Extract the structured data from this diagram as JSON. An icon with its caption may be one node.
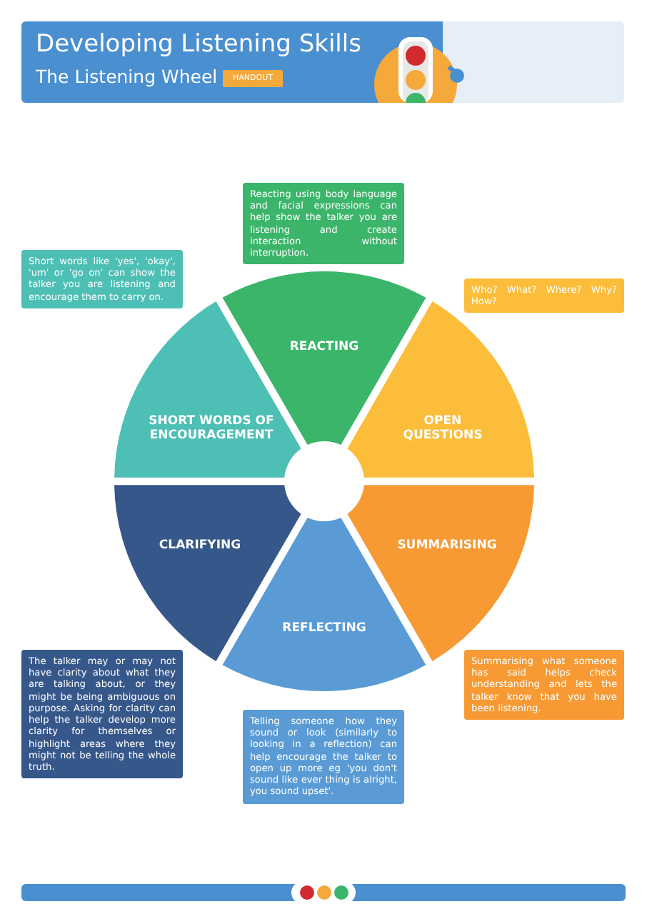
{
  "diagram": {
    "title": "Developing Listening Skills",
    "nodes": [
      {
        "text": [
          "Reacting using body language and facial expressions can help show the talker you are listening and  create interaction without interruption."
        ]
      },
      {
        "text": [
          "Short words like 'yes', 'okay', 'um' or 'go on' can show the talker you are listening and encourage them to carry on."
        ]
      },
      {
        "text": [
          "Who? What? Where? Why? How?"
        ]
      },
      {
        "text": [
          "REACTING"
        ]
      },
      {
        "text": [
          "SHORT WORDS OF ENCOURAGEMENT"
        ]
      },
      {
        "text": [
          "OPEN QUESTIONS"
        ]
      },
      {
        "text": [
          "CLARIFYING"
        ]
      },
      {
        "text": [
          "SUMMARISING"
        ]
      },
      {
        "text": [
          "REFLECTING"
        ]
      },
      {
        "text": [
          "The talker may or may not have clarity about what they are talking about, or they might be being ambiguous on purpose. Asking for clarity can help the talker develop more clarity for themselves or highlight areas where they might not be telling the whole truth."
        ]
      },
      {
        "text": [
          "Summarising what someone has said helps check understanding and lets the talker know that you have been listening."
        ]
      },
      {
        "text": [
          "Telling someone how they sound or look (similarly to looking in a reflection) can help encourage the talker to open up more eg 'you don't sound like ever thing is alright, you sound upset'."
        ]
      }
    ],
    "labels": [
      "The Listening Wheel",
      "HANDOUT"
    ]
  }
}
